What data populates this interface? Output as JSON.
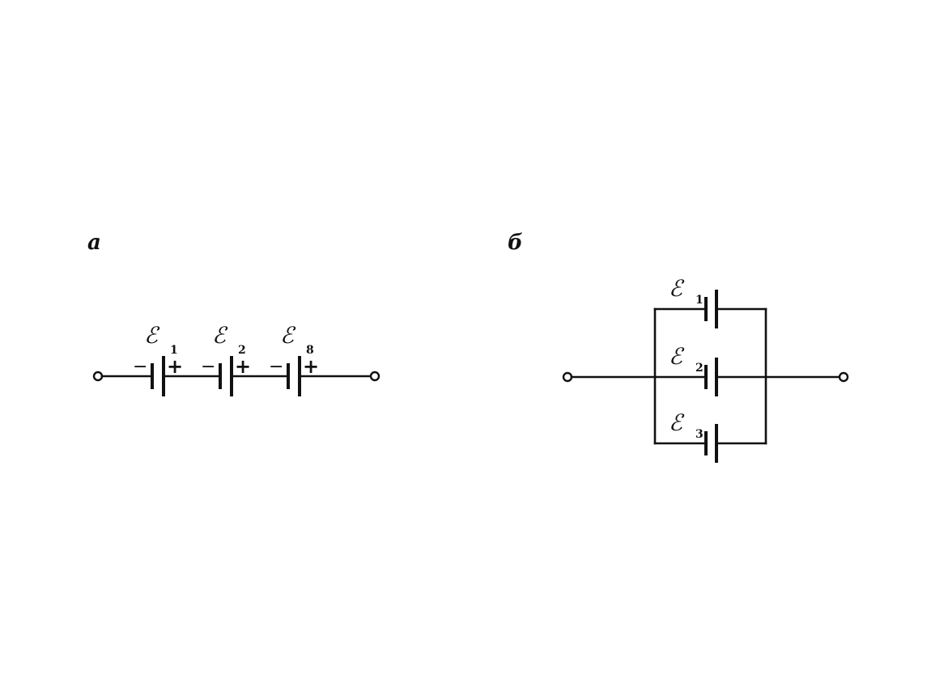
{
  "panels": {
    "a": {
      "label": "а",
      "connection": "series",
      "cells": [
        {
          "symbol": "ℰ",
          "subscript": "1",
          "minus": "−",
          "plus": "+"
        },
        {
          "symbol": "ℰ",
          "subscript": "2",
          "minus": "−",
          "plus": "+"
        },
        {
          "symbol": "ℰ",
          "subscript": "8",
          "minus": "−",
          "plus": "+"
        }
      ]
    },
    "b": {
      "label": "б",
      "connection": "parallel",
      "cells": [
        {
          "symbol": "ℰ",
          "subscript": "1"
        },
        {
          "symbol": "ℰ",
          "subscript": "2"
        },
        {
          "symbol": "ℰ",
          "subscript": "3"
        }
      ]
    }
  }
}
